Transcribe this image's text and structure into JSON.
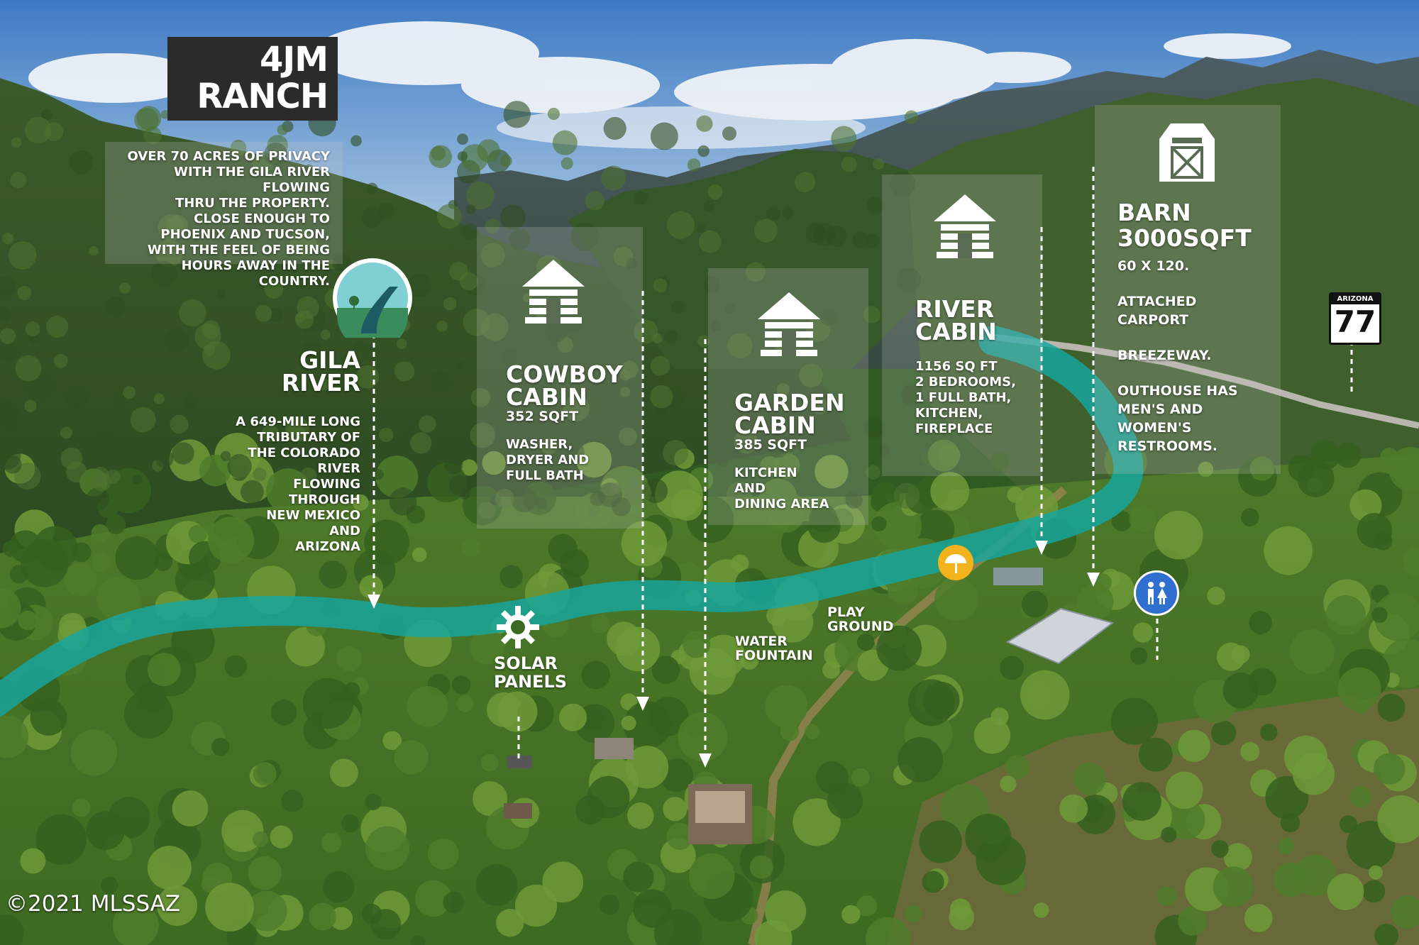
{
  "title": {
    "line1": "4JM",
    "line2": "RANCH"
  },
  "intro": [
    "OVER 70 ACRES OF PRIVACY",
    "WITH THE GILA RIVER FLOWING",
    "THRU THE PROPERTY.",
    "CLOSE ENOUGH TO",
    "PHOENIX AND TUCSON,",
    "WITH THE FEEL OF BEING",
    "HOURS AWAY IN THE COUNTRY."
  ],
  "gila": {
    "title1": "GILA",
    "title2": "RIVER",
    "desc": [
      "A 649-MILE LONG",
      "TRIBUTARY OF",
      "THE COLORADO",
      "RIVER",
      "FLOWING",
      "THROUGH",
      "NEW MEXICO",
      "AND",
      "ARIZONA"
    ],
    "icon": "river-icon"
  },
  "cowboy": {
    "title1": "COWBOY",
    "title2": "CABIN",
    "size": "352 SQFT",
    "desc": [
      "WASHER,",
      "DRYER AND",
      "FULL BATH"
    ],
    "icon": "cabin-icon"
  },
  "garden": {
    "title1": "GARDEN",
    "title2": "CABIN",
    "size": "385 SQFT",
    "desc": [
      "KITCHEN",
      "AND",
      "DINING AREA"
    ],
    "icon": "cabin-icon"
  },
  "river_cabin": {
    "title1": "RIVER",
    "title2": "CABIN",
    "desc": [
      "1156 SQ FT",
      "2 BEDROOMS,",
      "1 FULL BATH,",
      "KITCHEN,",
      "FIREPLACE"
    ],
    "icon": "cabin-icon"
  },
  "barn": {
    "title1": "BARN",
    "title2": "3000SQFT",
    "size": "60 X 120.",
    "desc1": [
      "ATTACHED",
      "CARPORT"
    ],
    "desc2": [
      "BREEZEWAY."
    ],
    "desc3": [
      "OUTHOUSE HAS",
      "MEN'S AND",
      "WOMEN'S",
      "RESTROOMS."
    ],
    "icon": "barn-icon"
  },
  "map_labels": {
    "solar": [
      "SOLAR",
      "PANELS"
    ],
    "water": [
      "WATER",
      "FOUNTAIN"
    ],
    "play": [
      "PLAY",
      "GROUND"
    ]
  },
  "route_sign": {
    "state": "ARIZONA",
    "number": "77"
  },
  "icons": [
    "gear-icon",
    "umbrella-icon",
    "restroom-icon"
  ],
  "copyright": "©2021 MLSSAZ",
  "colors": {
    "river_path": "#15a7a0",
    "panel": "#c8c8c8",
    "title_bg": "#2b2b2b",
    "pin_blue": "#2f6fd0",
    "pin_yellow": "#f2b31c"
  }
}
